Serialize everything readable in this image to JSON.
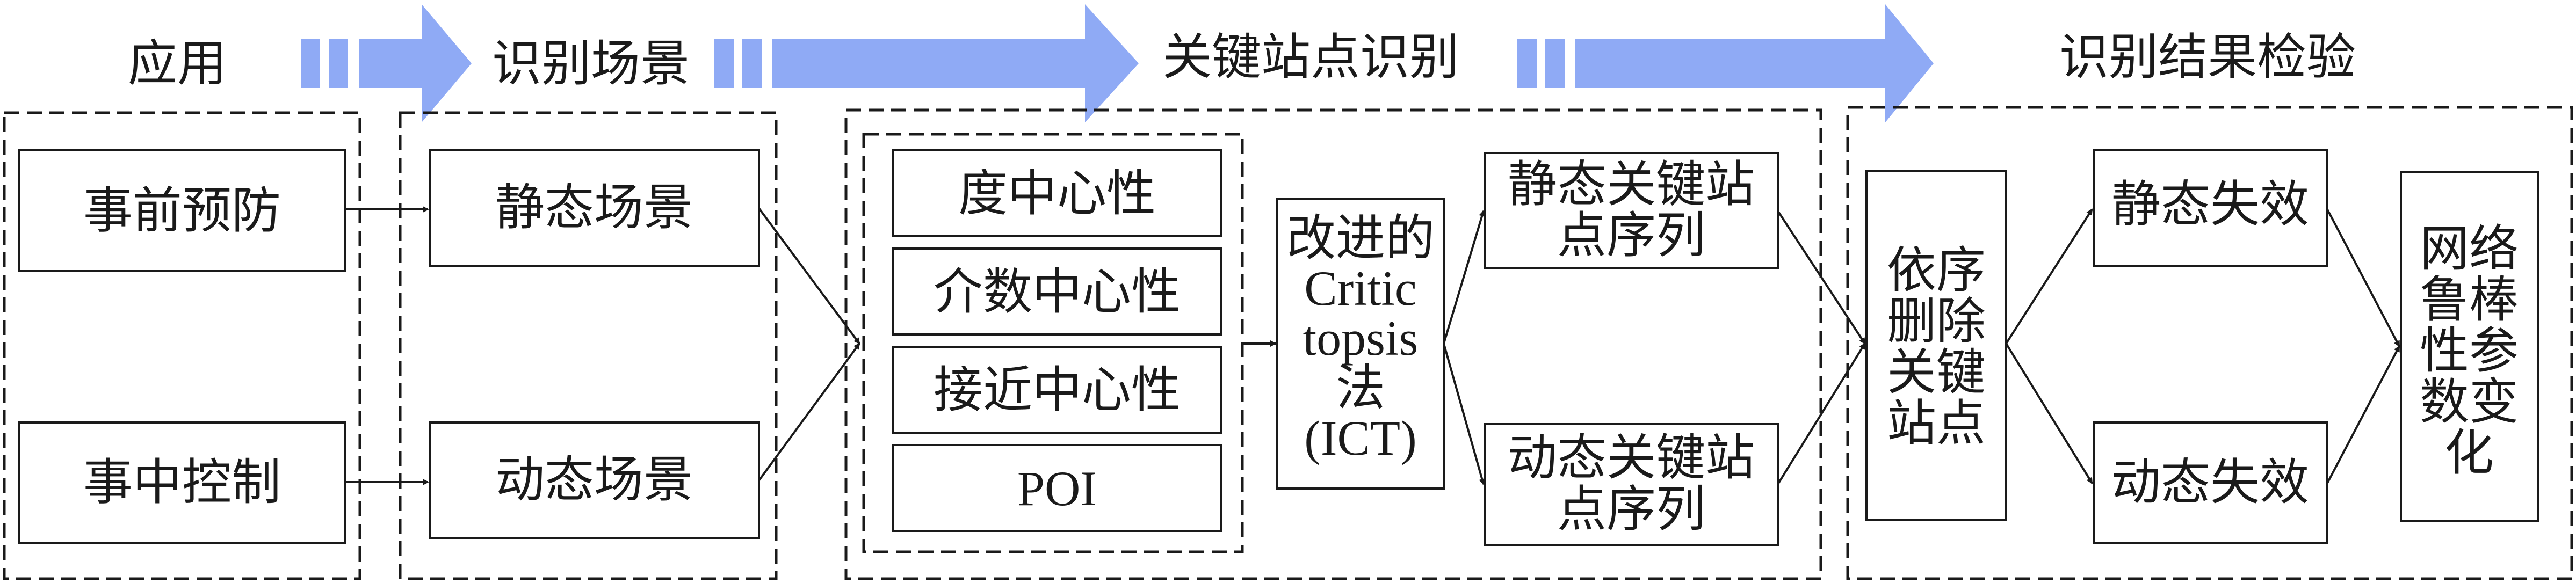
{
  "stages": [
    {
      "id": "application",
      "title": "应用"
    },
    {
      "id": "scenario",
      "title": "识别场景"
    },
    {
      "id": "key-station-id",
      "title": "关键站点识别"
    },
    {
      "id": "verification",
      "title": "识别结果检验"
    }
  ],
  "application": {
    "prevention": "事前预防",
    "control": "事中控制"
  },
  "scenario": {
    "static": "静态场景",
    "dynamic": "动态场景"
  },
  "indicators": [
    "度中心性",
    "介数中心性",
    "接近中心性",
    "POI"
  ],
  "method": {
    "lines": [
      "改进的",
      "Critic",
      "topsis",
      "法",
      "(ICT)"
    ]
  },
  "sequences": {
    "static_lines": [
      "静态关键站",
      "点序列"
    ],
    "dynamic_lines": [
      "动态关键站",
      "点序列"
    ]
  },
  "removal": {
    "lines": [
      "依序",
      "删除",
      "关键",
      "站点"
    ]
  },
  "failures": {
    "static": "静态失效",
    "dynamic": "动态失效"
  },
  "robustness": {
    "lines": [
      "网络",
      "鲁棒",
      "性参",
      "数变",
      "化"
    ]
  },
  "colors": {
    "arrow_fill": "#8faaf5",
    "stroke": "#1a1a1a",
    "text": "#1a1a1a"
  }
}
